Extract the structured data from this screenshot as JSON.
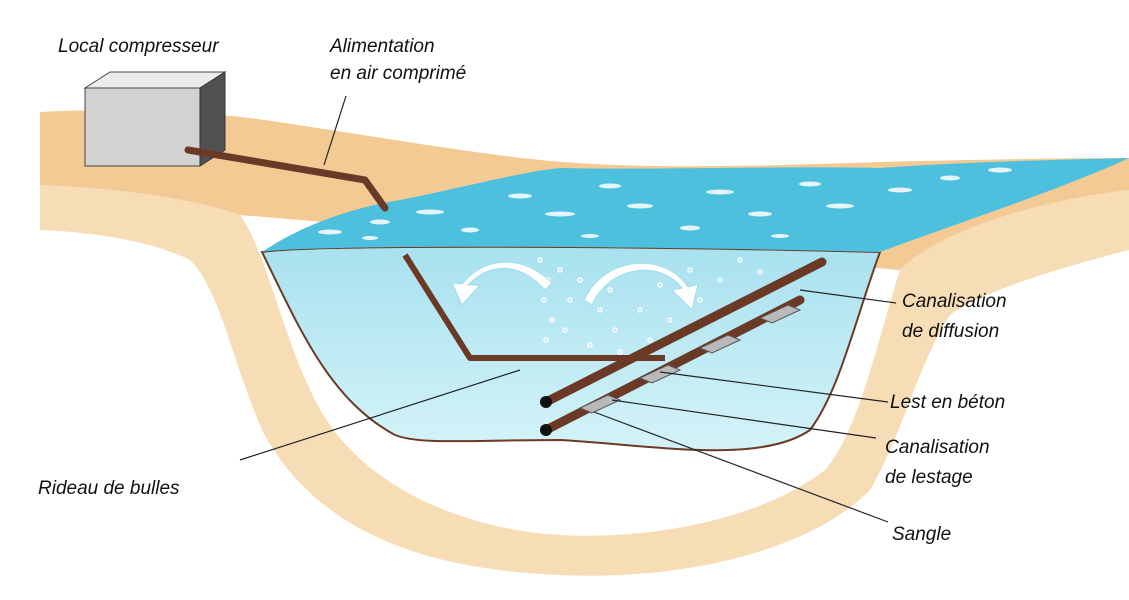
{
  "labels": {
    "compressor": "Local compresseur",
    "air_supply_line1": "Alimentation",
    "air_supply_line2": "en air comprimé",
    "diffusion_pipe_line1": "Canalisation",
    "diffusion_pipe_line2": "de diffusion",
    "concrete_ballast": "Lest en béton",
    "ballast_pipe_line1": "Canalisation",
    "ballast_pipe_line2": "de lestage",
    "strap": "Sangle",
    "bubble_curtain": "Rideau de bulles"
  },
  "colors": {
    "ground": "#f7ddb6",
    "ground_top": "#f3c994",
    "water_surface": "#4dc0de",
    "water_body": "#bfeaf3",
    "pipe": "#6b3a26",
    "building_front": "#d2d2d2",
    "building_side": "#505050",
    "ballast": "#b9b9b9"
  }
}
